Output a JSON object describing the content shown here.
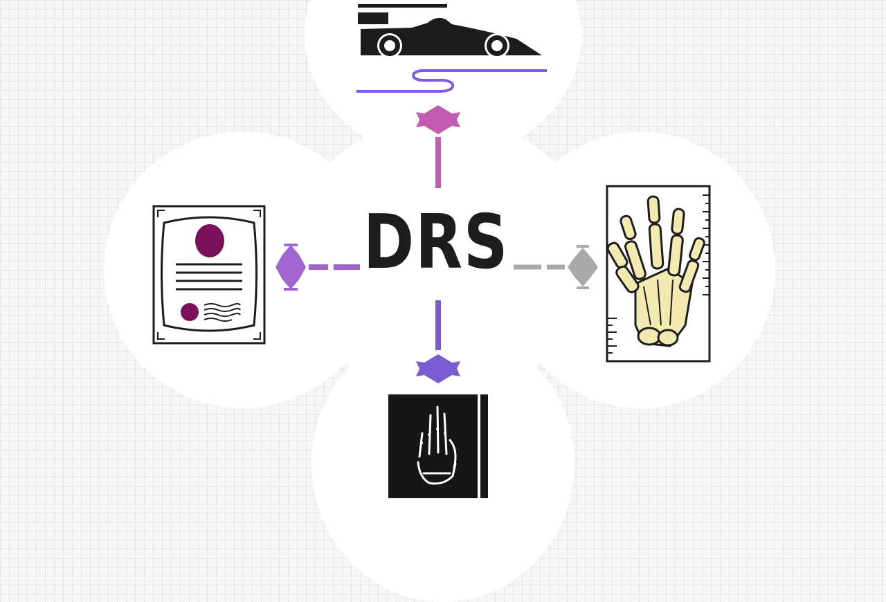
{
  "diagram": {
    "center_label": "DRS",
    "colors": {
      "text": "#1c1c1c",
      "up_connector": "#c35bb1",
      "left_connector": "#a165cf",
      "right_connector": "#a9a9a9",
      "down_connector": "#7b5bd0",
      "track_line": "#7d5ce0",
      "certificate_accent": "#7a0f5c",
      "bone": "#f2eab0"
    },
    "nodes": [
      {
        "position": "top",
        "icon": "race-car-icon"
      },
      {
        "position": "left",
        "icon": "certificate-icon"
      },
      {
        "position": "right",
        "icon": "hand-xray-icon"
      },
      {
        "position": "bottom",
        "icon": "xray-film-icon"
      }
    ]
  }
}
